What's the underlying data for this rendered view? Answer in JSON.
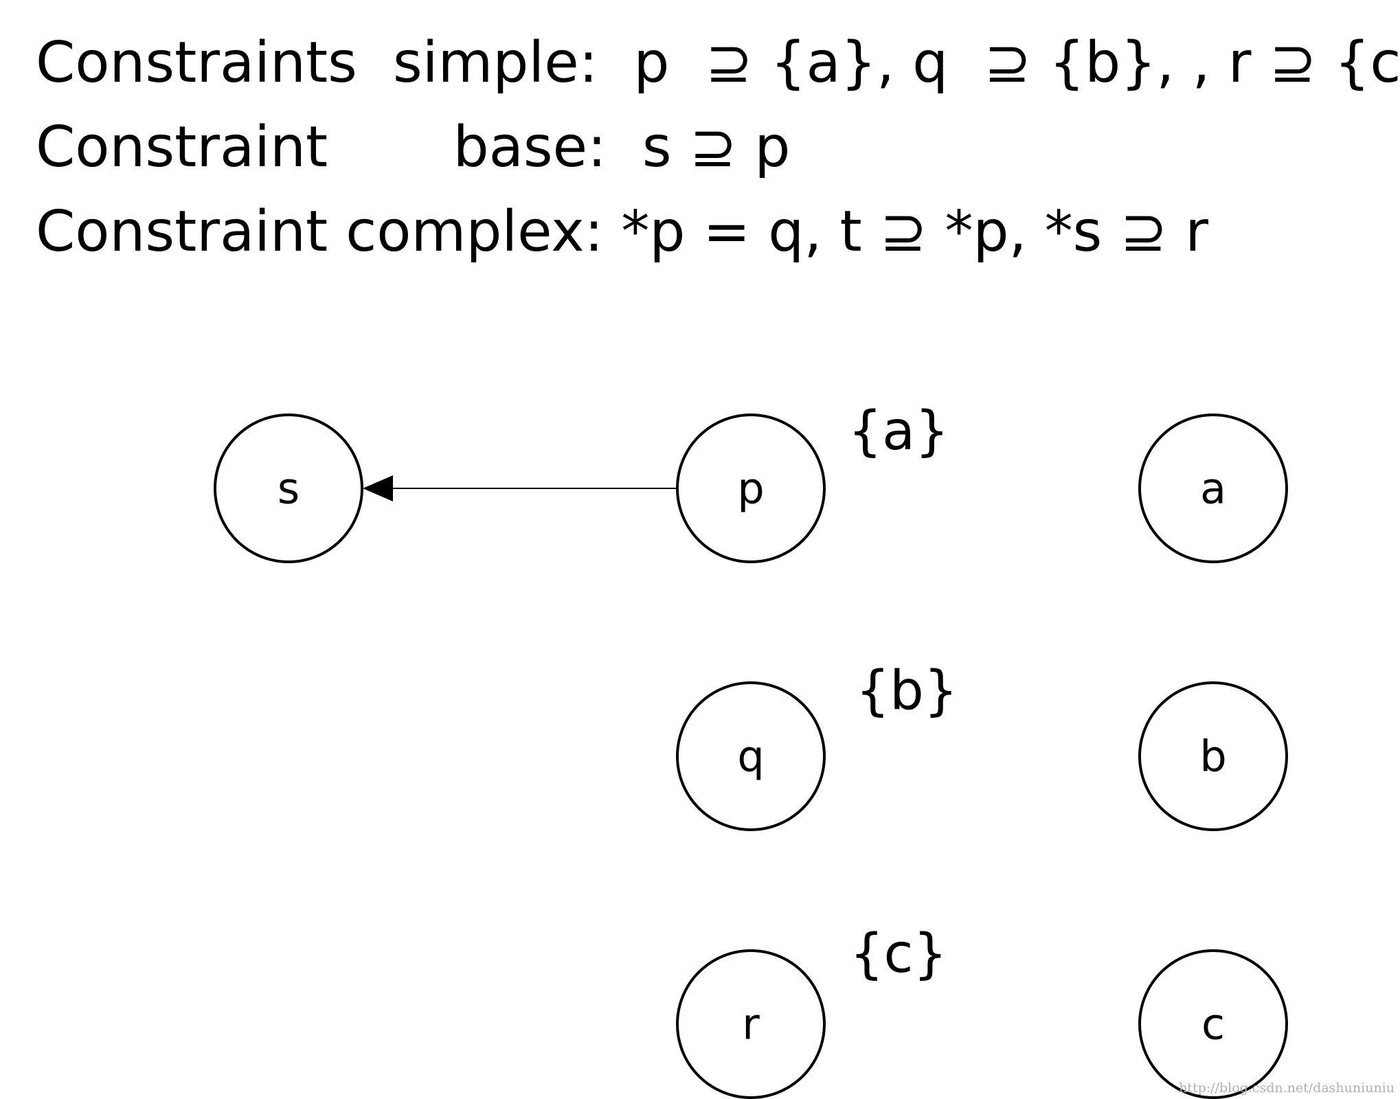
{
  "constraints": {
    "simple": "Constraints  simple:  p  ⊇ {a}, q  ⊇ {b}, , r ⊇ {c},",
    "base": "Constraint       base:  s ⊇ p",
    "complex": "Constraint complex: *p = q, t ⊇ *p, *s ⊇ r"
  },
  "nodes": {
    "s": "s",
    "p": "p",
    "a": "a",
    "q": "q",
    "b": "b",
    "r": "r",
    "c": "c"
  },
  "sets": {
    "p": "{a}",
    "q": "{b}",
    "r": "{c}"
  },
  "edges": [
    {
      "from": "p",
      "to": "s"
    }
  ],
  "watermark": "http://blog.csdn.net/dashuniuniu"
}
